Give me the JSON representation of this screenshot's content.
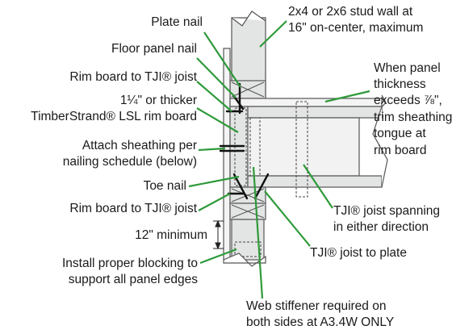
{
  "colors": {
    "leader": "#2f9a3a",
    "wood_fill": "#e3e5e4",
    "wood_stroke": "#555555",
    "dashed": "#444444",
    "nail": "#111111"
  },
  "labels": {
    "plate_nail": "Plate nail",
    "floor_panel_nail": "Floor panel nail",
    "rim_to_joist_top": "Rim board to TJI® joist",
    "rim_board_line1": "1¼\" or thicker",
    "rim_board_line2": "TimberStrand® LSL rim board",
    "attach_line1": "Attach sheathing per",
    "attach_line2": "nailing schedule (below)",
    "toe_nail": "Toe nail",
    "rim_to_joist_bottom": "Rim board to TJI® joist",
    "minimum": "12\" minimum",
    "blocking_line1": "Install proper blocking to",
    "blocking_line2": "support all panel edges",
    "stud_line1": "2x4 or 2x6 stud wall at",
    "stud_line2": "16\" on-center, maximum",
    "panel_line1": "When panel",
    "panel_line2": "thickness",
    "panel_line3": "exceeds ⅞\",",
    "panel_line4": "trim sheathing",
    "panel_line5": "tongue at",
    "panel_line6": "rim board",
    "joist_span_line1": "TJI® joist spanning",
    "joist_span_line2": "in either direction",
    "joist_plate": "TJI® joist to plate",
    "web_line1": "Web stiffener required on",
    "web_line2_prefix": "both sides at A3.4W",
    "web_line2_bold": "ONLY"
  }
}
